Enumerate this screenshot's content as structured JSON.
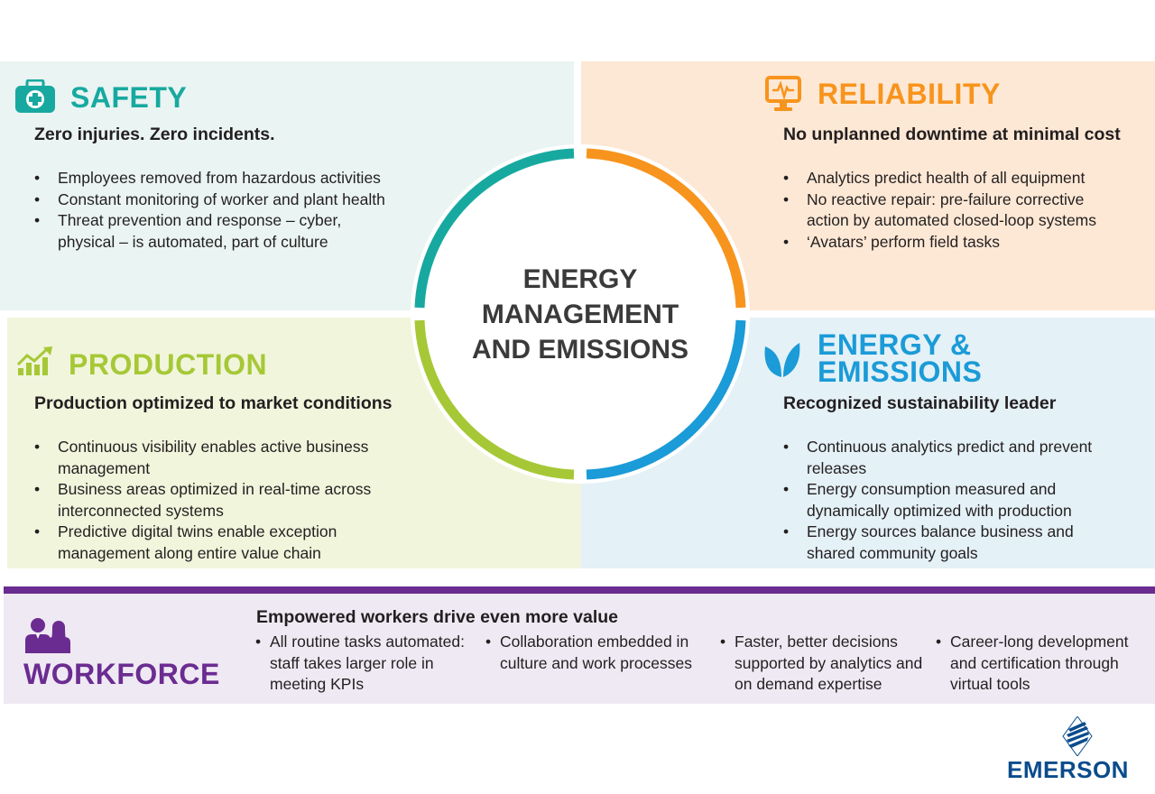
{
  "center": {
    "title": "ENERGY\nMANAGEMENT\nAND EMISSIONS"
  },
  "colors": {
    "safety": "#17a9a0",
    "reliability": "#f7941d",
    "production": "#a6c836",
    "energy": "#1b9bd7",
    "workforce": "#6b2c91",
    "emerson": "#0a4c8c"
  },
  "safety": {
    "icon": "first-aid-kit-icon",
    "title": "SAFETY",
    "subtitle": "Zero injuries. Zero incidents.",
    "bullets": [
      "Employees removed from hazardous activities",
      "Constant monitoring of worker and plant health",
      "Threat prevention and response – cyber, physical – is automated, part of culture"
    ]
  },
  "reliability": {
    "icon": "monitor-heartbeat-icon",
    "title": "RELIABILITY",
    "subtitle": "No unplanned downtime at minimal cost",
    "bullets": [
      "Analytics predict health of all equipment",
      "No reactive repair: pre-failure corrective action by automated closed-loop systems",
      "‘Avatars’ perform field tasks"
    ]
  },
  "production": {
    "icon": "growth-chart-icon",
    "title": "PRODUCTION",
    "subtitle": "Production optimized to market conditions",
    "bullets": [
      "Continuous visibility enables active business management",
      "Business areas optimized in real-time across interconnected systems",
      "Predictive digital twins enable exception management along entire value chain"
    ]
  },
  "energy": {
    "icon": "leaf-icon",
    "title_line1": "ENERGY &",
    "title_line2": "EMISSIONS",
    "subtitle": "Recognized sustainability leader",
    "bullets": [
      "Continuous analytics predict and prevent releases",
      "Energy consumption measured and dynamically optimized with production",
      "Energy sources balance business and shared community goals"
    ]
  },
  "workforce": {
    "icon": "people-icon",
    "title": "WORKFORCE",
    "subtitle": "Empowered workers drive even more value",
    "bullets": [
      "All routine tasks automated: staff takes larger role in meeting KPIs",
      "Collaboration embedded in culture and work processes",
      "Faster, better decisions supported by analytics and on demand expertise",
      "Career-long development and certification through virtual tools"
    ]
  },
  "brand": {
    "name": "EMERSON",
    "icon": "emerson-logo-icon"
  }
}
